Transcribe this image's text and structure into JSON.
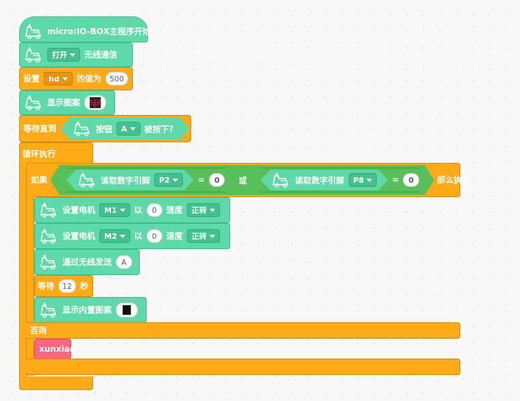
{
  "icon_name": "robot-car-icon",
  "colors": {
    "teal": "#5fd9a9",
    "orange": "#ffab19",
    "green": "#59c059",
    "pink": "#ff6680"
  },
  "hat_block": {
    "label": "micro:IO-BOX主程序开始"
  },
  "wireless_block": {
    "option": "打开",
    "label": "无线通信"
  },
  "set_var_block": {
    "prefix": "设置",
    "variable": "hd",
    "middle": "的值为",
    "value": "500"
  },
  "show_pattern_block": {
    "label": "显示图案",
    "leds": [
      0,
      0,
      0,
      0,
      0,
      1,
      0,
      1,
      0,
      1,
      1,
      1,
      1,
      1,
      1,
      0,
      1,
      1,
      1,
      0,
      0,
      0,
      1,
      0,
      0
    ]
  },
  "wait_until_block": {
    "label": "等待直到",
    "button_label": "按钮",
    "button_option": "A",
    "pressed_label": "被按下？"
  },
  "forever_block": {
    "label": "循环执行"
  },
  "if_block": {
    "if_label": "如果",
    "left_read_label": "读取数字引脚",
    "left_pin": "P2",
    "left_eq": "=",
    "left_value": "0",
    "or_label": "或",
    "right_read_label": "读取数字引脚",
    "right_pin": "P8",
    "right_eq": "=",
    "right_value": "0",
    "then_label": "那么执行",
    "else_label": "否则"
  },
  "motor1_block": {
    "label": "设置电机",
    "motor": "M1",
    "yi": "以",
    "speed": "0",
    "speed_label": "速度",
    "direction": "正转"
  },
  "motor2_block": {
    "label": "设置电机",
    "motor": "M2",
    "yi": "以",
    "speed": "0",
    "speed_label": "速度",
    "direction": "正转"
  },
  "send_block": {
    "label": "通过无线发送",
    "value": "A"
  },
  "wait_block": {
    "label": "等待",
    "value": "12",
    "unit": "秒"
  },
  "builtin_pattern_block": {
    "label": "显示内置图案"
  },
  "custom_block": {
    "label": "xunxian"
  }
}
